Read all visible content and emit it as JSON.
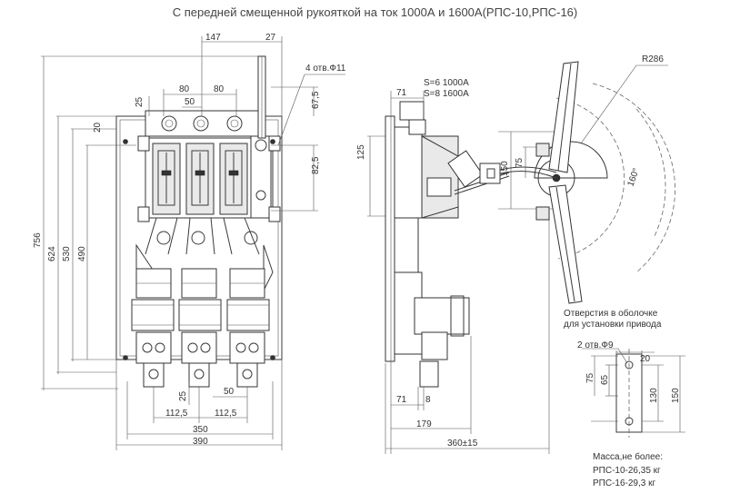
{
  "title": "С передней смещенной рукояткой на ток 1000А и 1600А(РПС-10,РПС-16)",
  "front_view": {
    "dims_top": [
      "147",
      "27",
      "80",
      "80",
      "50",
      "25",
      "20",
      "67,5",
      "82,5"
    ],
    "hole_label": "4 отв.Ф11",
    "dims_left": [
      "756",
      "624",
      "530",
      "490"
    ],
    "dims_bottom": [
      "25",
      "50",
      "112,5",
      "112,5",
      "350",
      "390"
    ]
  },
  "side_view": {
    "dims": [
      "71",
      "125",
      "71",
      "8",
      "179",
      "360±15"
    ],
    "s_labels": [
      "S=6 1000A",
      "S=8 1600A"
    ]
  },
  "handle_view": {
    "radius": "R286",
    "dims": [
      "150",
      "75"
    ],
    "angle": "160°"
  },
  "mount_detail": {
    "caption_line1": "Отверстия в оболочке",
    "caption_line2": "для установки привода",
    "holes_label": "2 отв.Ф9",
    "dims": [
      "75",
      "65",
      "20",
      "130",
      "150"
    ]
  },
  "mass": {
    "heading": "Масса,не более:",
    "line1": "РПС-10-26,35 кг",
    "line2": "РПС-16-29,3 кг"
  }
}
